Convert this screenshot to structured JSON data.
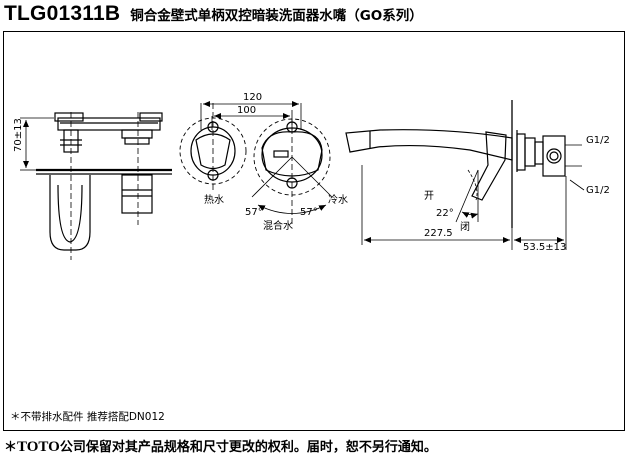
{
  "header": {
    "model": "TLG01311B",
    "description": "铜合金壁式单柄双控暗装洗面器水嘴（GO系列）"
  },
  "dimensions": {
    "height": "70±13",
    "width_outer": "120",
    "width_inner": "100",
    "angle_left": "57°",
    "angle_right": "57°",
    "angle_tilt": "22°",
    "spout_length": "227.5",
    "wall_depth": "53.5±13",
    "thread_top": "G1/2",
    "thread_bottom": "G1/2"
  },
  "labels": {
    "hot": "热水",
    "cold": "冷水",
    "mixed": "混合水",
    "open": "开",
    "close": "闭"
  },
  "note": "＊不带排水配件  推荐搭配DN012",
  "footer": {
    "star": "＊",
    "brand": "TOTO",
    "text": "公司保留对其产品规格和尺寸更改的权利。届时，恕不另行通知。"
  }
}
